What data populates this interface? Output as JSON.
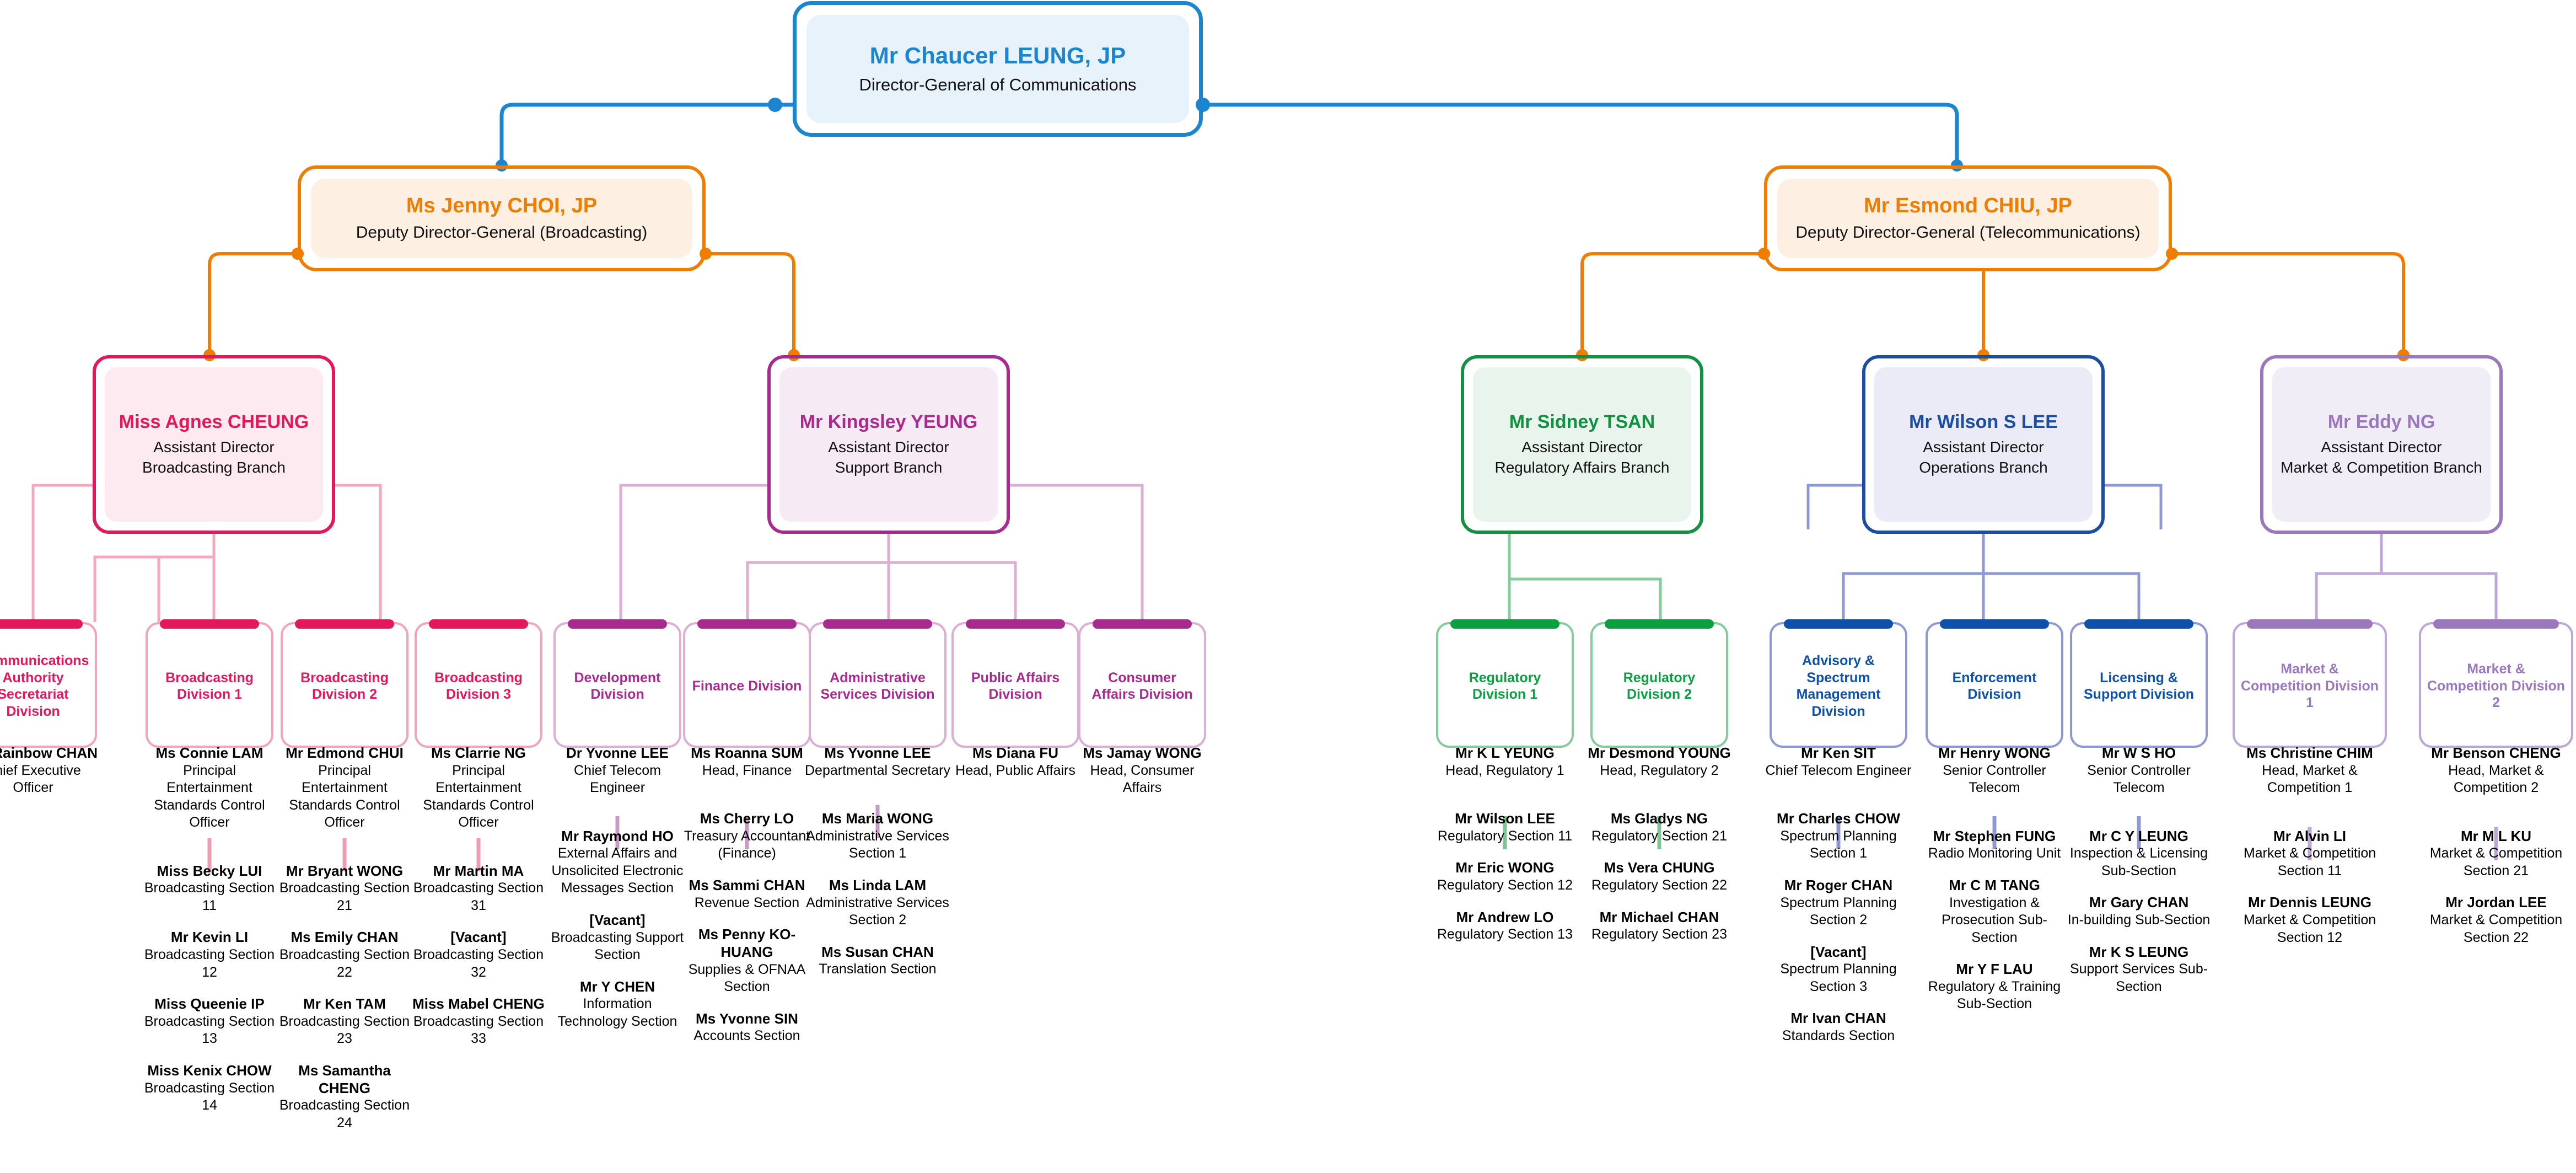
{
  "director_general": {
    "name": "Mr Chaucer LEUNG, JP",
    "title": "Director-General of Communications"
  },
  "deputies": [
    {
      "name": "Ms Jenny CHOI, JP",
      "title": "Deputy Director-General (Broadcasting)"
    },
    {
      "name": "Mr Esmond CHIU, JP",
      "title": "Deputy Director-General (Telecommunications)"
    }
  ],
  "assistant_directors": [
    {
      "name": "Miss Agnes CHEUNG",
      "title_line1": "Assistant Director",
      "title_line2": "Broadcasting Branch",
      "color": "#e4175c"
    },
    {
      "name": "Mr Kingsley YEUNG",
      "title_line1": "Assistant Director",
      "title_line2": "Support Branch",
      "color": "#a92a8f"
    },
    {
      "name": "Mr Sidney TSAN",
      "title_line1": "Assistant Director",
      "title_line2": "Regulatory Affairs Branch",
      "color": "#119141"
    },
    {
      "name": "Mr Wilson S LEE",
      "title_line1": "Assistant Director",
      "title_line2": "Operations Branch",
      "color": "#1b4da2"
    },
    {
      "name": "Mr Eddy NG",
      "title_line1": "Assistant Director",
      "title_line2": "Market & Competition Branch",
      "color": "#9b77be"
    }
  ],
  "divisions": [
    {
      "id": "cas",
      "label": "Communications Authority Secretariat Division",
      "staff": [
        {
          "name": "Ms Rainbow CHAN",
          "role": "Chief Executive Officer"
        }
      ]
    },
    {
      "id": "bd1",
      "label": "Broadcasting Division 1",
      "staff": [
        {
          "name": "Ms Connie LAM",
          "role": "Principal Entertainment Standards Control Officer",
          "head": true
        },
        {
          "name": "Miss Becky LUI",
          "role": "Broadcasting Section 11"
        },
        {
          "name": "Mr Kevin LI",
          "role": "Broadcasting Section 12"
        },
        {
          "name": "Miss Queenie IP",
          "role": "Broadcasting Section 13"
        },
        {
          "name": "Miss Kenix CHOW",
          "role": "Broadcasting Section 14"
        }
      ]
    },
    {
      "id": "bd2",
      "label": "Broadcasting Division 2",
      "staff": [
        {
          "name": "Mr Edmond CHUI",
          "role": "Principal Entertainment Standards Control Officer",
          "head": true
        },
        {
          "name": "Mr Bryant WONG",
          "role": "Broadcasting Section 21"
        },
        {
          "name": "Ms Emily CHAN",
          "role": "Broadcasting Section 22"
        },
        {
          "name": "Mr Ken TAM",
          "role": "Broadcasting Section 23"
        },
        {
          "name": "Ms Samantha CHENG",
          "role": "Broadcasting Section 24"
        }
      ]
    },
    {
      "id": "bd3",
      "label": "Broadcasting Division 3",
      "staff": [
        {
          "name": "Ms Clarrie NG",
          "role": "Principal Entertainment Standards Control Officer",
          "head": true
        },
        {
          "name": "Mr Martin MA",
          "role": "Broadcasting Section 31"
        },
        {
          "name": "[Vacant]",
          "role": "Broadcasting Section 32"
        },
        {
          "name": "Miss Mabel CHENG",
          "role": "Broadcasting Section 33"
        }
      ]
    },
    {
      "id": "dev",
      "label": "Development Division",
      "staff": [
        {
          "name": "Dr Yvonne LEE",
          "role": "Chief Telecom Engineer",
          "head": true
        },
        {
          "name": "Mr Raymond HO",
          "role": "External Affairs and Unsolicited Electronic Messages Section"
        },
        {
          "name": "[Vacant]",
          "role": "Broadcasting Support Section"
        },
        {
          "name": "Mr Y CHEN",
          "role": "Information Technology Section"
        }
      ]
    },
    {
      "id": "fin",
      "label": "Finance Division",
      "staff": [
        {
          "name": "Ms Roanna SUM",
          "role": "Head, Finance",
          "head": true
        },
        {
          "name": "Ms Cherry LO",
          "role": "Treasury Accountant (Finance)"
        },
        {
          "name": "Ms Sammi CHAN",
          "role": "Revenue Section"
        },
        {
          "name": "Ms Penny KO-HUANG",
          "role": "Supplies & OFNAA Section"
        },
        {
          "name": "Ms Yvonne SIN",
          "role": "Accounts Section"
        }
      ]
    },
    {
      "id": "asd",
      "label": "Administrative Services Division",
      "staff": [
        {
          "name": "Ms Yvonne LEE",
          "role": "Departmental Secretary",
          "head": true
        },
        {
          "name": "Ms Maria WONG",
          "role": "Administrative Services Section 1"
        },
        {
          "name": "Ms Linda LAM",
          "role": "Administrative Services Section 2"
        },
        {
          "name": "Ms Susan CHAN",
          "role": "Translation Section"
        }
      ]
    },
    {
      "id": "pad",
      "label": "Public Affairs Division",
      "staff": [
        {
          "name": "Ms Diana FU",
          "role": "Head, Public Affairs"
        }
      ]
    },
    {
      "id": "cad",
      "label": "Consumer Affairs Division",
      "staff": [
        {
          "name": "Ms Jamay WONG",
          "role": "Head, Consumer Affairs"
        }
      ]
    },
    {
      "id": "rd1",
      "label": "Regulatory Division 1",
      "staff": [
        {
          "name": "Mr K L YEUNG",
          "role": "Head, Regulatory 1",
          "head": true
        },
        {
          "name": "Mr Wilson LEE",
          "role": "Regulatory Section 11"
        },
        {
          "name": "Mr Eric WONG",
          "role": "Regulatory Section 12"
        },
        {
          "name": "Mr Andrew LO",
          "role": "Regulatory Section 13"
        }
      ]
    },
    {
      "id": "rd2",
      "label": "Regulatory Division 2",
      "staff": [
        {
          "name": "Mr Desmond YOUNG",
          "role": "Head, Regulatory 2",
          "head": true
        },
        {
          "name": "Ms Gladys NG",
          "role": "Regulatory Section 21"
        },
        {
          "name": "Ms Vera CHUNG",
          "role": "Regulatory Section 22"
        },
        {
          "name": "Mr Michael CHAN",
          "role": "Regulatory Section 23"
        }
      ]
    },
    {
      "id": "asm",
      "label": "Advisory & Spectrum Management Division",
      "staff": [
        {
          "name": "Mr Ken SIT",
          "role": "Chief Telecom Engineer",
          "head": true
        },
        {
          "name": "Mr Charles CHOW",
          "role": "Spectrum Planning Section 1"
        },
        {
          "name": "Mr Roger CHAN",
          "role": "Spectrum Planning Section 2"
        },
        {
          "name": "[Vacant]",
          "role": "Spectrum Planning Section 3"
        },
        {
          "name": "Mr Ivan CHAN",
          "role": "Standards Section"
        }
      ]
    },
    {
      "id": "enf",
      "label": "Enforcement Division",
      "staff": [
        {
          "name": "Mr Henry WONG",
          "role": "Senior Controller Telecom",
          "head": true
        },
        {
          "name": "Mr Stephen FUNG",
          "role": "Radio Monitoring Unit"
        },
        {
          "name": "Mr C M TANG",
          "role": "Investigation & Prosecution Sub-Section"
        },
        {
          "name": "Mr Y F LAU",
          "role": "Regulatory & Training Sub-Section"
        }
      ]
    },
    {
      "id": "lsd",
      "label": "Licensing & Support Division",
      "staff": [
        {
          "name": "Mr W S HO",
          "role": "Senior Controller Telecom",
          "head": true
        },
        {
          "name": "Mr C Y LEUNG",
          "role": "Inspection & Licensing Sub-Section"
        },
        {
          "name": "Mr Gary CHAN",
          "role": "In-building Sub-Section"
        },
        {
          "name": "Mr K S LEUNG",
          "role": "Support Services Sub-Section"
        }
      ]
    },
    {
      "id": "mc1",
      "label": "Market & Competition Division 1",
      "staff": [
        {
          "name": "Ms Christine CHIM",
          "role": "Head, Market & Competition 1",
          "head": true
        },
        {
          "name": "Mr Alvin LI",
          "role": "Market & Competition Section 11"
        },
        {
          "name": "Mr Dennis LEUNG",
          "role": "Market & Competition Section 12"
        }
      ]
    },
    {
      "id": "mc2",
      "label": "Market & Competition Division 2",
      "staff": [
        {
          "name": "Mr Benson CHENG",
          "role": "Head, Market & Competition 2",
          "head": true
        },
        {
          "name": "Mr M L KU",
          "role": "Market & Competition Section 21"
        },
        {
          "name": "Mr Jordan LEE",
          "role": "Market & Competition Section 22"
        }
      ]
    }
  ],
  "colors": {
    "director_general": "#1b86cf",
    "deputy": "#ef7d00",
    "broadcasting": "#e4175c",
    "support": "#a92a8f",
    "regulatory": "#119141",
    "operations": "#1b4da2",
    "market_competition": "#9b77be"
  }
}
